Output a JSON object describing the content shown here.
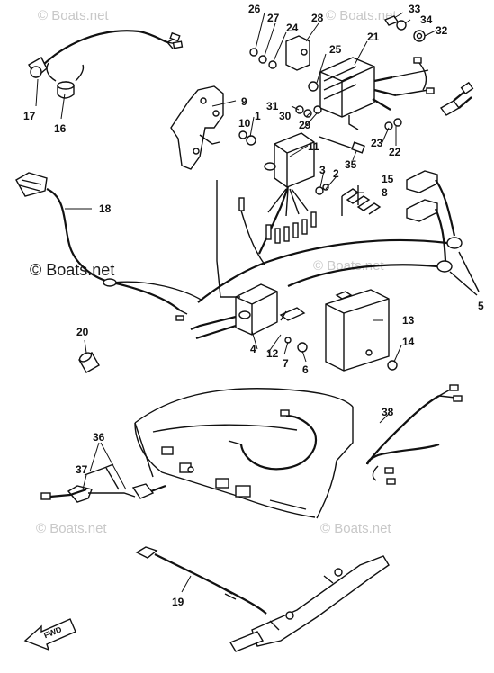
{
  "watermarks": {
    "top_left": "© Boats.net",
    "top_right": "© Boats.net",
    "mid_left": "© Boats.net",
    "mid_center": "© Boats.net",
    "bottom_left": "© Boats.net",
    "bottom_right": "© Boats.net"
  },
  "fwd_label": "FWD",
  "callouts": {
    "c1": "1",
    "c2": "2",
    "c3": "3",
    "c4": "4",
    "c5": "5",
    "c6": "6",
    "c7": "7",
    "c8": "8",
    "c9": "9",
    "c10": "10",
    "c11": "11",
    "c12": "12",
    "c13": "13",
    "c14": "14",
    "c15": "15",
    "c16": "16",
    "c17": "17",
    "c18": "18",
    "c19": "19",
    "c20": "20",
    "c21": "21",
    "c22": "22",
    "c23": "23",
    "c24": "24",
    "c25": "25",
    "c26": "26",
    "c27": "27",
    "c28": "28",
    "c29": "29",
    "c30": "30",
    "c31": "31",
    "c32": "32",
    "c33": "33",
    "c34": "34",
    "c35": "35",
    "c36": "36",
    "c37": "37",
    "c38": "38"
  }
}
